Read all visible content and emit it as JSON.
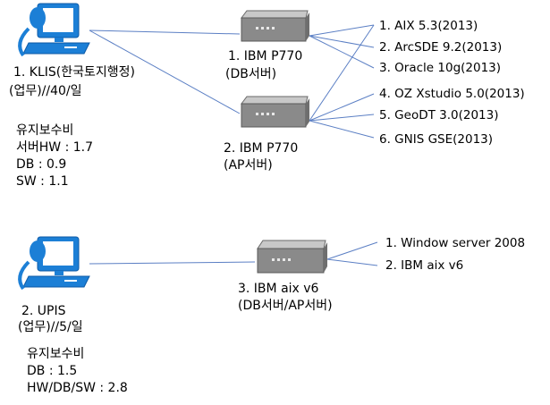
{
  "colors": {
    "line": "#5b7fc4",
    "pc_blue": "#1c7fd6",
    "server_body": "#8a8a8a"
  },
  "icons": {
    "pc": "desktop-computer-icon",
    "server": "server-box-icon"
  },
  "group1": {
    "client": {
      "line1": "1. KLIS(한국토지행정)",
      "line2": "(업무)//40/일"
    },
    "cost": {
      "title": "유지보수비",
      "hw": "서버HW : 1.7",
      "db": "DB : 0.9",
      "sw": "SW : 1.1"
    },
    "server_db": {
      "line1": "1.  IBM P770",
      "line2": "(DB서버)"
    },
    "server_ap": {
      "line1": "2. IBM P770",
      "line2": "(AP서버)"
    },
    "software": [
      "1. AIX 5.3(2013)",
      "2. ArcSDE 9.2(2013)",
      "3. Oracle 10g(2013)",
      "4. OZ Xstudio 5.0(2013)",
      "5. GeoDT 3.0(2013)",
      "6. GNIS GSE(2013)"
    ]
  },
  "group2": {
    "client": {
      "line1": "2. UPIS",
      "line2": "(업무)//5/일"
    },
    "cost": {
      "title": "유지보수비",
      "db": "DB : 1.5",
      "total": "HW/DB/SW : 2.8"
    },
    "server": {
      "line1": "3. IBM aix v6",
      "line2": "(DB서버/AP서버)"
    },
    "software": [
      "1. Window server 2008",
      "2. IBM aix v6"
    ]
  }
}
